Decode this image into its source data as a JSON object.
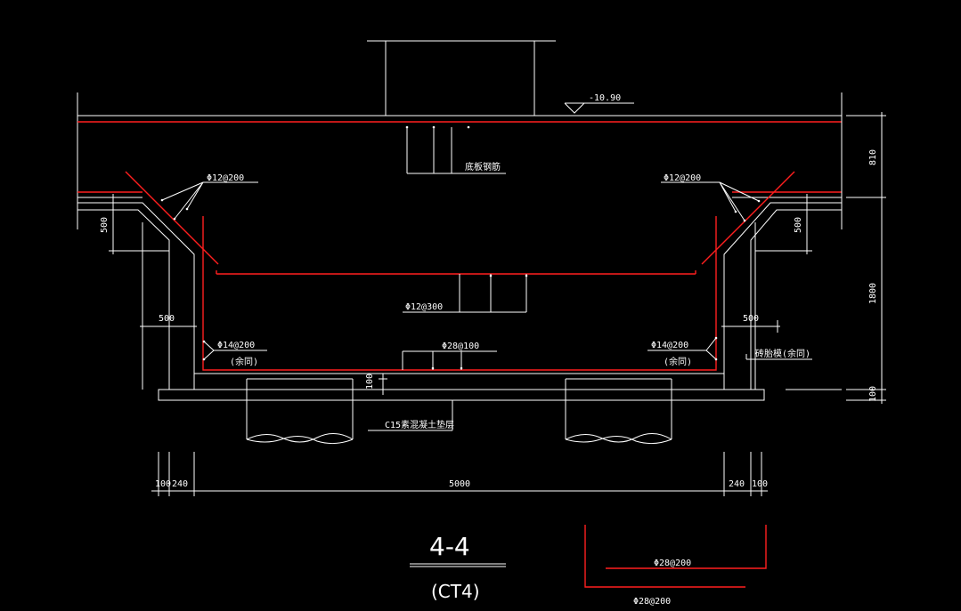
{
  "drawing": {
    "elevation": "-10.90",
    "labels": {
      "top_bar_note": "底板钢筋",
      "rebar_left_top": "Φ12@200",
      "rebar_right_top": "Φ12@200",
      "rebar_center": "Φ12@300",
      "rebar_left_wall": "Φ14@200",
      "rebar_right_wall": "Φ14@200",
      "rebar_left_wall_note": "(余同)",
      "rebar_right_wall_note": "(余同)",
      "rebar_bottom": "Φ28@100",
      "brick_wall_note": "砖胎模(余同)",
      "cushion_note": "C15素混凝土垫层",
      "detail_bar_1": "Φ28@200",
      "detail_bar_2": "Φ28@200"
    },
    "dims": {
      "d810": "810",
      "d1800": "1800",
      "d100_right": "100",
      "d500_left_v": "500",
      "d500_right_v": "500",
      "d500_left_h": "500",
      "d500_right_h": "500",
      "d100_center": "100",
      "d100_left": "100",
      "d240_left": "240",
      "d5000": "5000",
      "d240_right": "240",
      "d100_right_b": "100"
    },
    "section_title": "4-4",
    "section_sub": "(CT4)"
  },
  "colors": {
    "line": "#ffffff",
    "rebar": "#ff1f1f",
    "background": "#000000"
  }
}
